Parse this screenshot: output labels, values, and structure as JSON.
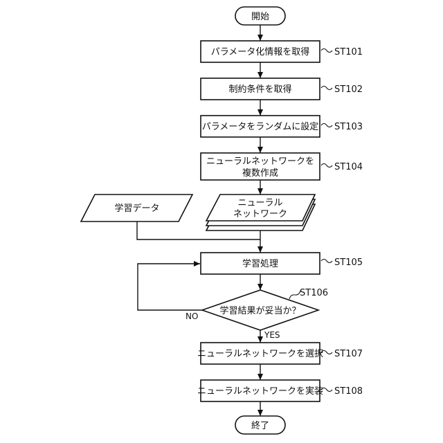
{
  "nodes": {
    "start": "開始",
    "st101": "パラメータ化情報を取得",
    "st102": "制約条件を取得",
    "st103": "パラメータをランダムに設定",
    "st104_line1": "ニューラルネットワークを",
    "st104_line2": "複数作成",
    "training_data": "学習データ",
    "nn_stack_line1": "ニューラル",
    "nn_stack_line2": "ネットワーク",
    "st105": "学習処理",
    "st106": "学習結果が妥当か？",
    "st107": "ニューラルネットワークを選択",
    "st108": "ニューラルネットワークを実装",
    "end": "終了"
  },
  "step_labels": {
    "st101": "ST101",
    "st102": "ST102",
    "st103": "ST103",
    "st104": "ST104",
    "st105": "ST105",
    "st106": "ST106",
    "st107": "ST107",
    "st108": "ST108"
  },
  "branches": {
    "yes": "YES",
    "no": "NO"
  }
}
